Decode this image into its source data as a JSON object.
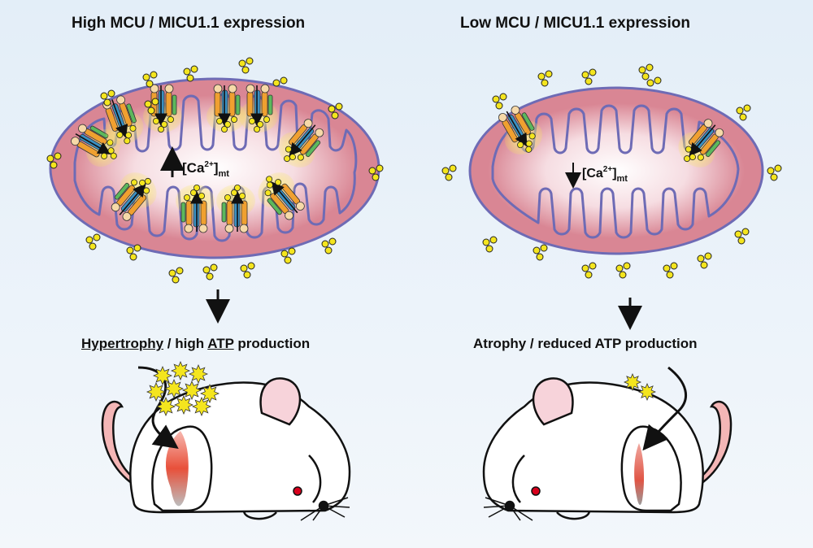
{
  "left": {
    "title": "High MCU / MICU1.1 expression",
    "ca_label": "[Ca2+]mt",
    "ca_direction": "up",
    "caption_1": "Hypertrophy",
    "caption_2": " / high ",
    "caption_3": "ATP",
    "caption_4": " production"
  },
  "right": {
    "title": "Low MCU / MICU1.1 expression",
    "ca_label": "[Ca2+]mt",
    "ca_direction": "down",
    "caption": "Atrophy / reduced ATP production"
  },
  "colors": {
    "membrane": "#6e6bb5",
    "matrix": "#d98694",
    "calcium": "#f4e51e",
    "muscle": "#e8503a",
    "eye": "#d8001c"
  }
}
